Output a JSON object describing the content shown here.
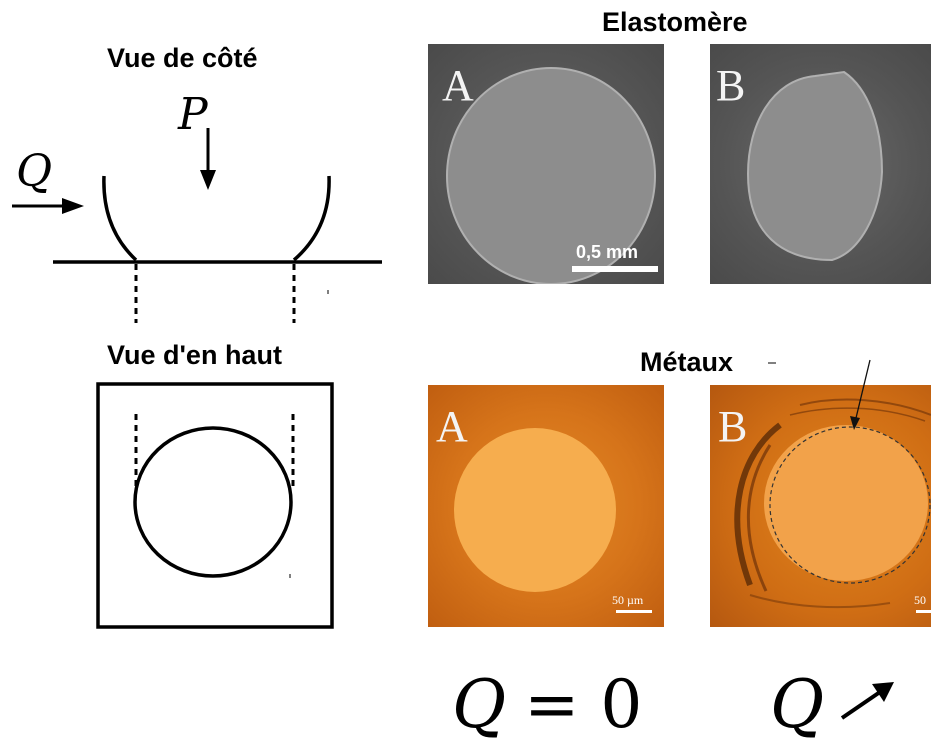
{
  "left": {
    "side_view_title": "Vue de côté",
    "top_view_title": "Vue d'en haut",
    "force_p": "P",
    "force_q": "Q"
  },
  "right": {
    "elastomer_title": "Elastomère",
    "metals_title": "Métaux",
    "panel_a_letter": "A",
    "panel_b_letter": "B",
    "elastomer_scale": "0,5 mm",
    "metal_scale": "50 µm",
    "metal_scale_cut": "50"
  },
  "formulas": {
    "q_var": "Q",
    "equals_zero": "= 0",
    "q_increase_var": "Q"
  },
  "colors": {
    "elastomer_bg": "#5a5a5a",
    "elastomer_spot": "#8c8c8c",
    "metal_bg": "#d9781a",
    "metal_spot": "#f5ac4a"
  }
}
